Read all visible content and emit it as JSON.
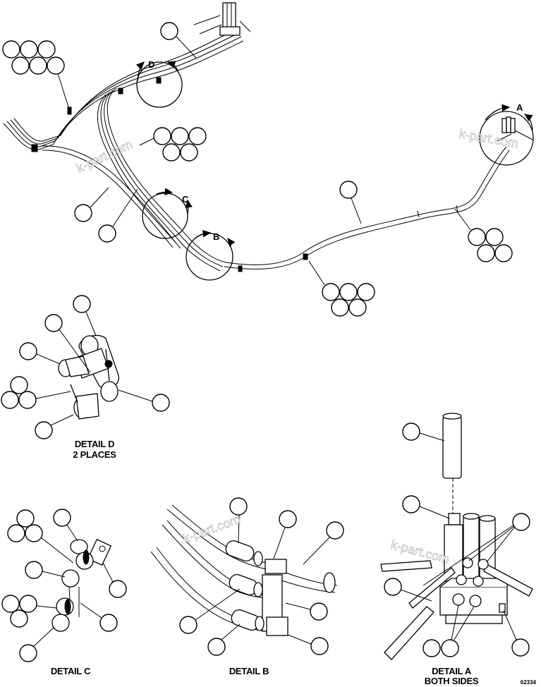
{
  "drawing": {
    "number": "62334",
    "watermark": "k-part.com",
    "background": "#ffffff",
    "line_color": "#000000",
    "watermark_color": "#b8b8b8"
  },
  "main_view": {
    "detail_markers": [
      {
        "id": "D",
        "label": "D"
      },
      {
        "id": "C",
        "label": "C"
      },
      {
        "id": "B",
        "label": "B"
      },
      {
        "id": "A",
        "label": "A"
      }
    ],
    "callout_groups": [
      {
        "name": "top-left-cluster",
        "balloon_count": 6
      },
      {
        "name": "top-single",
        "balloon_count": 1
      },
      {
        "name": "center-cluster",
        "balloon_count": 5
      },
      {
        "name": "left-single-1",
        "balloon_count": 1
      },
      {
        "name": "left-single-2",
        "balloon_count": 1
      },
      {
        "name": "mid-harness-single",
        "balloon_count": 1
      },
      {
        "name": "right-cluster",
        "balloon_count": 4
      },
      {
        "name": "bottom-center-cluster",
        "balloon_count": 5
      }
    ]
  },
  "details": [
    {
      "id": "D",
      "caption_line1": "DETAIL D",
      "caption_line2": "2 PLACES"
    },
    {
      "id": "C",
      "caption_line1": "DETAIL C",
      "caption_line2": ""
    },
    {
      "id": "B",
      "caption_line1": "DETAIL B",
      "caption_line2": ""
    },
    {
      "id": "A",
      "caption_line1": "DETAIL A",
      "caption_line2": "BOTH SIDES"
    }
  ]
}
